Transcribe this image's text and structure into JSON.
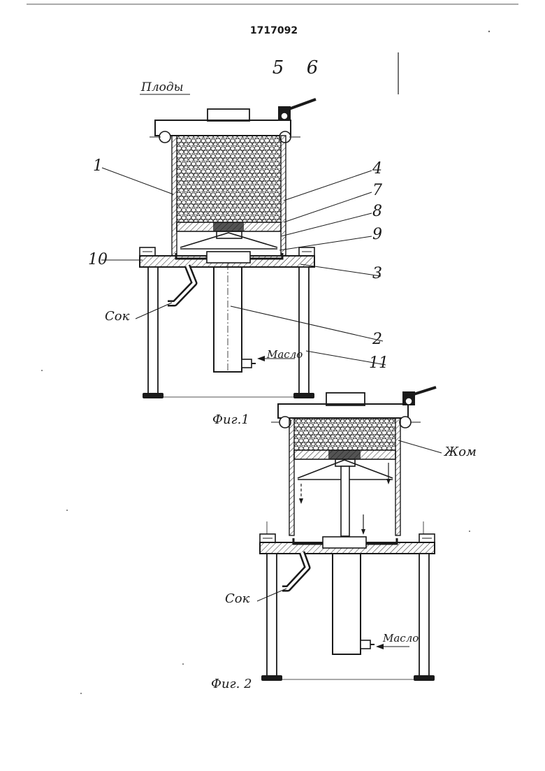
{
  "document": {
    "patent_number": "1717092",
    "sheet_marks": [
      "5",
      "6"
    ]
  },
  "figure1": {
    "caption": "Фиг.1",
    "inlet_label": "Плоды",
    "juice_label": "Сок",
    "oil_label": "Масло",
    "part_numbers": {
      "p1": "1",
      "p2": "2",
      "p3": "3",
      "p4": "4",
      "p7": "7",
      "p8": "8",
      "p9": "9",
      "p10": "10",
      "p11": "11"
    }
  },
  "figure2": {
    "caption": "Фиг. 2",
    "pomace_label": "Жом",
    "juice_label": "Сок",
    "oil_label": "Масло"
  }
}
